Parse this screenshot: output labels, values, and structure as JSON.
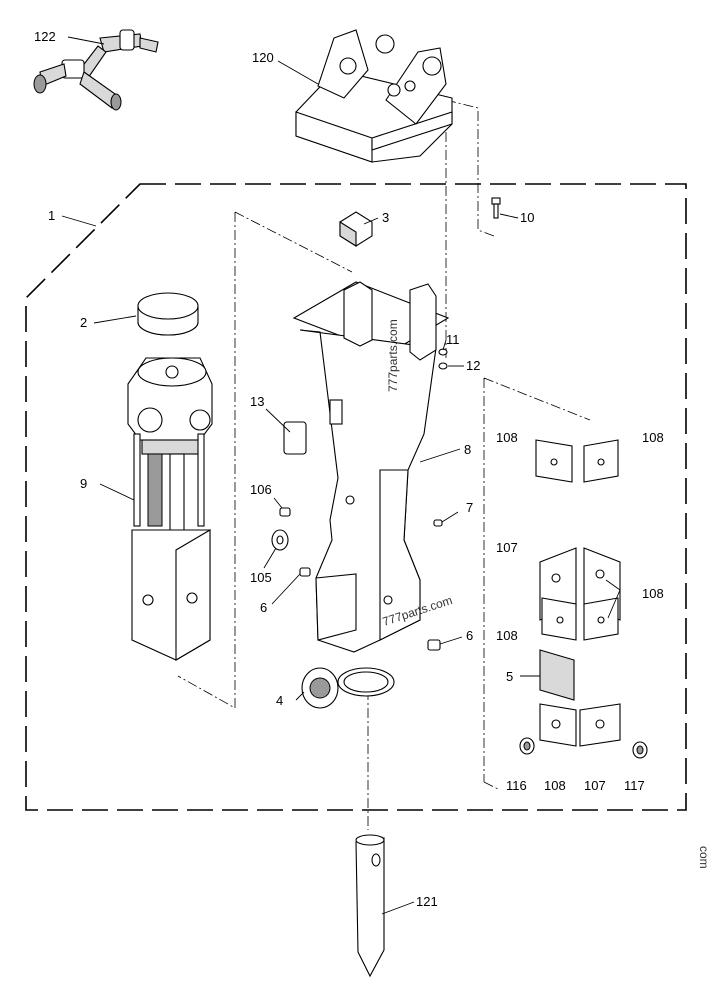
{
  "callouts": {
    "c1": "1",
    "c2": "2",
    "c3": "3",
    "c4": "4",
    "c5": "5",
    "c6a": "6",
    "c6b": "6",
    "c7": "7",
    "c8": "8",
    "c9": "9",
    "c10": "10",
    "c11": "11",
    "c12": "12",
    "c13": "13",
    "c105": "105",
    "c106": "106",
    "c107a": "107",
    "c107b": "107",
    "c108a": "108",
    "c108b": "108",
    "c108c": "108",
    "c108d": "108",
    "c108e": "108",
    "c116": "116",
    "c117": "117",
    "c120": "120",
    "c121": "121",
    "c122": "122"
  },
  "watermarks": {
    "wm_vertical": "777parts.com",
    "wm_diagonal": "777parts.com",
    "wm_edge": "com"
  }
}
